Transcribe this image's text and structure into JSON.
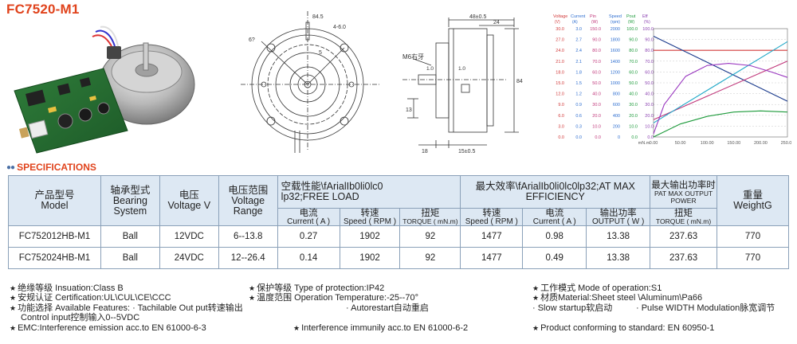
{
  "title": "FC7520-M1",
  "drawing": {
    "front_labels": [
      "84.5",
      "4-6.0",
      "5",
      "6?"
    ],
    "side_labels": {
      "top_total": "48±0.5",
      "top_inner": "24",
      "height": "84",
      "thread": "M6右牙",
      "small1": "1.0",
      "small2": "1.0",
      "d13": "13",
      "d18": "18",
      "bottom": "15±0.5"
    }
  },
  "chart_data": {
    "type": "line",
    "column_headers": [
      {
        "name": "Voltage",
        "unit": "(V)",
        "color": "#d23a3a"
      },
      {
        "name": "Current",
        "unit": "(A)",
        "color": "#2f6fd0"
      },
      {
        "name": "Pin",
        "unit": "(W)",
        "color": "#c0367a"
      },
      {
        "name": "Speed",
        "unit": "(rpm)",
        "color": "#2f6fd0"
      },
      {
        "name": "Pout",
        "unit": "(W)",
        "color": "#1c9a3a"
      },
      {
        "name": "Eff",
        "unit": "(%)",
        "color": "#8a3fb0"
      }
    ],
    "scale_rows": [
      [
        "30.0",
        "3.0",
        "150.0",
        "2000",
        "100.0",
        "100.0"
      ],
      [
        "27.0",
        "2.7",
        "90.0",
        "1800",
        "90.0",
        "90.0"
      ],
      [
        "24.0",
        "2.4",
        "80.0",
        "1600",
        "80.0",
        "80.0"
      ],
      [
        "21.0",
        "2.1",
        "70.0",
        "1400",
        "70.0",
        "70.0"
      ],
      [
        "18.0",
        "1.8",
        "60.0",
        "1200",
        "60.0",
        "60.0"
      ],
      [
        "15.0",
        "1.5",
        "50.0",
        "1000",
        "50.0",
        "50.0"
      ],
      [
        "12.0",
        "1.2",
        "40.0",
        "800",
        "40.0",
        "40.0"
      ],
      [
        "9.0",
        "0.9",
        "30.0",
        "600",
        "30.0",
        "30.0"
      ],
      [
        "6.0",
        "0.6",
        "20.0",
        "400",
        "20.0",
        "20.0"
      ],
      [
        "3.0",
        "0.3",
        "10.0",
        "200",
        "10.0",
        "10.0"
      ],
      [
        "0.0",
        "0.0",
        "0.0",
        "0",
        "0.0",
        "0.0"
      ]
    ],
    "x_label": "mN.m",
    "x_ticks": [
      "0.00",
      "50.00",
      "100.00",
      "150.00",
      "200.00",
      "250.00"
    ],
    "x_range": [
      0,
      250
    ],
    "y_range": [
      0,
      10
    ],
    "series": [
      {
        "color": "#d23a3a",
        "x": [
          0,
          250
        ],
        "y": [
          8,
          8
        ]
      },
      {
        "color": "#1a3a8c",
        "x": [
          0,
          250
        ],
        "y": [
          9.3,
          3.3
        ]
      },
      {
        "color": "#c0367a",
        "x": [
          0,
          250
        ],
        "y": [
          1.6,
          7.0
        ]
      },
      {
        "color": "#20a8c8",
        "x": [
          0,
          250
        ],
        "y": [
          1.3,
          8.8
        ]
      },
      {
        "color": "#9a38c0",
        "x": [
          0,
          20,
          60,
          100,
          140,
          180,
          220,
          250
        ],
        "y": [
          0.3,
          3.0,
          5.6,
          6.6,
          6.8,
          6.6,
          6.0,
          5.5
        ]
      },
      {
        "color": "#1c9a3a",
        "x": [
          0,
          50,
          100,
          150,
          200,
          250
        ],
        "y": [
          0,
          1.2,
          1.9,
          2.3,
          2.4,
          2.3
        ]
      }
    ]
  },
  "specs": {
    "heading": "SPECIFICATIONS",
    "headers": {
      "model": "产品型号\nModel",
      "bearing": "轴承型式\nBearing\nSystem",
      "voltage": "电压\nVoltage V",
      "range": "电压范围\nVoltage\nRange",
      "free_load": "空载性能\\fArialIb0li0lc0\nlp32;FREE LOAD",
      "max_eff": "最大效率\\fArialIb0li0lc0lp32;AT MAX EFFICIENCY",
      "max_out_cn": "最大输出功率时",
      "max_out_en": "PAT MAX OUTPUT POWER",
      "weight": "重量\nWeightG",
      "current_cn": "电流",
      "current_en": "Current ( A )",
      "speed_cn": "转速",
      "speed_en": "Speed ( RPM )",
      "torque_cn": "扭矩",
      "torque_en": "TORQUE ( mN.m)",
      "output_cn": "输出功率",
      "output_en": "OUTPUT ( W )",
      "torque2_en": "TORQUE ( mN.m)"
    },
    "rows": [
      [
        "FC752012HB-M1",
        "Ball",
        "12VDC",
        "6--13.8",
        "0.27",
        "1902",
        "92",
        "1477",
        "0.98",
        "13.38",
        "237.63",
        "770"
      ],
      [
        "FC752024HB-M1",
        "Ball",
        "24VDC",
        "12--26.4",
        "0.14",
        "1902",
        "92",
        "1477",
        "0.49",
        "13.38",
        "237.63",
        "770"
      ]
    ]
  },
  "notes": {
    "l1a": "绝缘等级 Insuation:Class B",
    "l1b": "保护等级 Type of protection:IP42",
    "l1c": "工作模式 Mode of operation:S1",
    "l2a": "安规认证 Certification:UL\\CUL\\CE\\CCC",
    "l2b": "温度范围 Operation Temperature:-25--70°",
    "l2c": "材质Material:Sheet steel  \\Aluminum\\Pa66",
    "l3a": "功能选择 Available Features:   · Tachilable Out put转速输出",
    "l3b": "· Autorestart自动重启",
    "l3c": "· Slow startup软启动",
    "l3d": "· Pulse WIDTH Modulation脉宽调节",
    "l4": "Control input控制输入0--5VDC",
    "l5a": "EMC:Interference emission acc.to EN 61000-6-3",
    "l5b": "Interference immunily acc.to EN 61000-6-2",
    "l5c": "Product conforming to standard: EN 60950-1"
  }
}
